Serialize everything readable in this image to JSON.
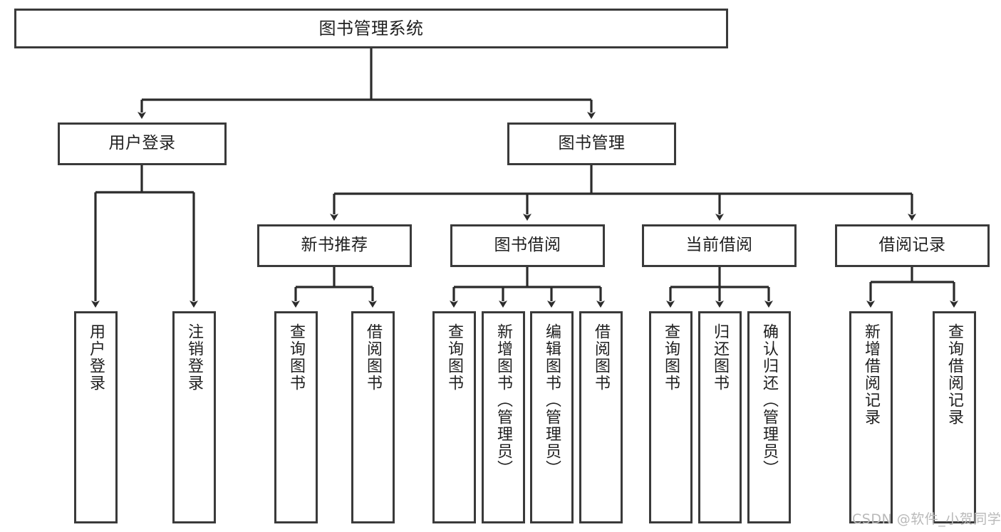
{
  "diagram": {
    "title": "图书管理系统",
    "type": "hierarchy-tree",
    "watermark": "CSDN @软件_小贺同学",
    "colors": {
      "border": "#3a3a3a",
      "background": "#ffffff",
      "text": "#1f1f1f",
      "watermark": "#b9b9b9"
    },
    "levels": {
      "root": {
        "label": "图书管理系统"
      },
      "level2": [
        {
          "id": "user-login",
          "label": "用户登录"
        },
        {
          "id": "book-manage",
          "label": "图书管理"
        }
      ],
      "level3": [
        {
          "id": "new-book-recommend",
          "label": "新书推荐",
          "parent": "book-manage"
        },
        {
          "id": "book-borrow",
          "label": "图书借阅",
          "parent": "book-manage"
        },
        {
          "id": "current-borrow",
          "label": "当前借阅",
          "parent": "book-manage"
        },
        {
          "id": "borrow-record",
          "label": "借阅记录",
          "parent": "book-manage"
        }
      ],
      "leaves": [
        {
          "id": "leaf-user-login",
          "label": "用户登录",
          "parent": "user-login"
        },
        {
          "id": "leaf-user-logout",
          "label": "注销登录",
          "parent": "user-login"
        },
        {
          "id": "leaf-query-book-1",
          "label": "查询图书",
          "parent": "new-book-recommend"
        },
        {
          "id": "leaf-borrow-book-1",
          "label": "借阅图书",
          "parent": "new-book-recommend"
        },
        {
          "id": "leaf-query-book-2",
          "label": "查询图书",
          "parent": "book-borrow"
        },
        {
          "id": "leaf-add-book",
          "label": "新增图书（管理员）",
          "parent": "book-borrow"
        },
        {
          "id": "leaf-edit-book",
          "label": "编辑图书（管理员）",
          "parent": "book-borrow"
        },
        {
          "id": "leaf-borrow-book-2",
          "label": "借阅图书",
          "parent": "book-borrow"
        },
        {
          "id": "leaf-query-book-3",
          "label": "查询图书",
          "parent": "current-borrow"
        },
        {
          "id": "leaf-return-book",
          "label": "归还图书",
          "parent": "current-borrow"
        },
        {
          "id": "leaf-confirm-return",
          "label": "确认归还（管理员）",
          "parent": "current-borrow"
        },
        {
          "id": "leaf-add-record",
          "label": "新增借阅记录",
          "parent": "borrow-record"
        },
        {
          "id": "leaf-query-record",
          "label": "查询借阅记录",
          "parent": "borrow-record"
        }
      ]
    }
  }
}
